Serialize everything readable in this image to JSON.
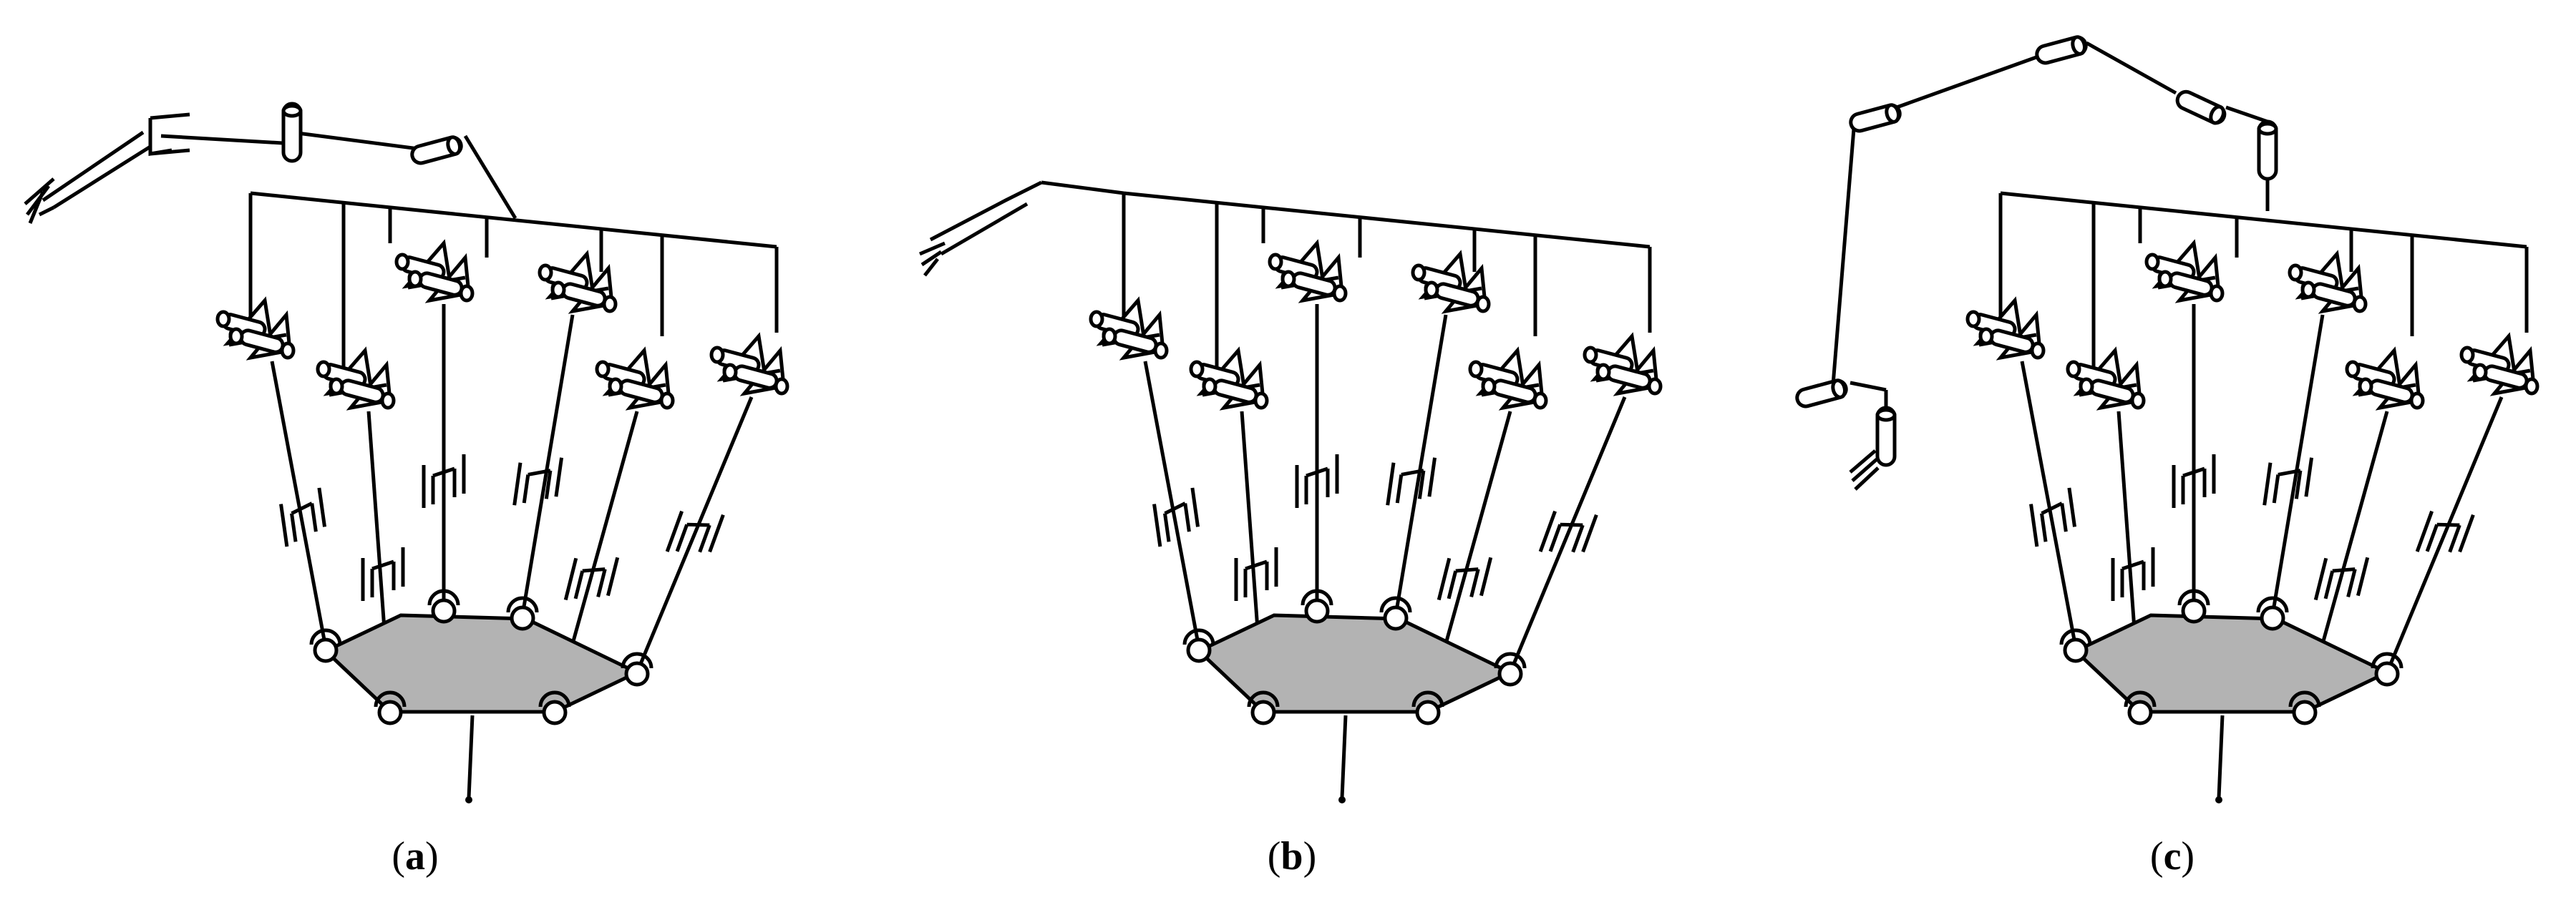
{
  "panels": [
    {
      "id": "a",
      "label_open": "(",
      "label_letter": "a",
      "label_close": ")"
    },
    {
      "id": "b",
      "label_open": "(",
      "label_letter": "b",
      "label_close": ")"
    },
    {
      "id": "c",
      "label_open": "(",
      "label_letter": "c",
      "label_close": ")"
    }
  ],
  "colors": {
    "stroke": "#000000",
    "platform_fill": "#b3b3b3",
    "background": "#ffffff"
  }
}
